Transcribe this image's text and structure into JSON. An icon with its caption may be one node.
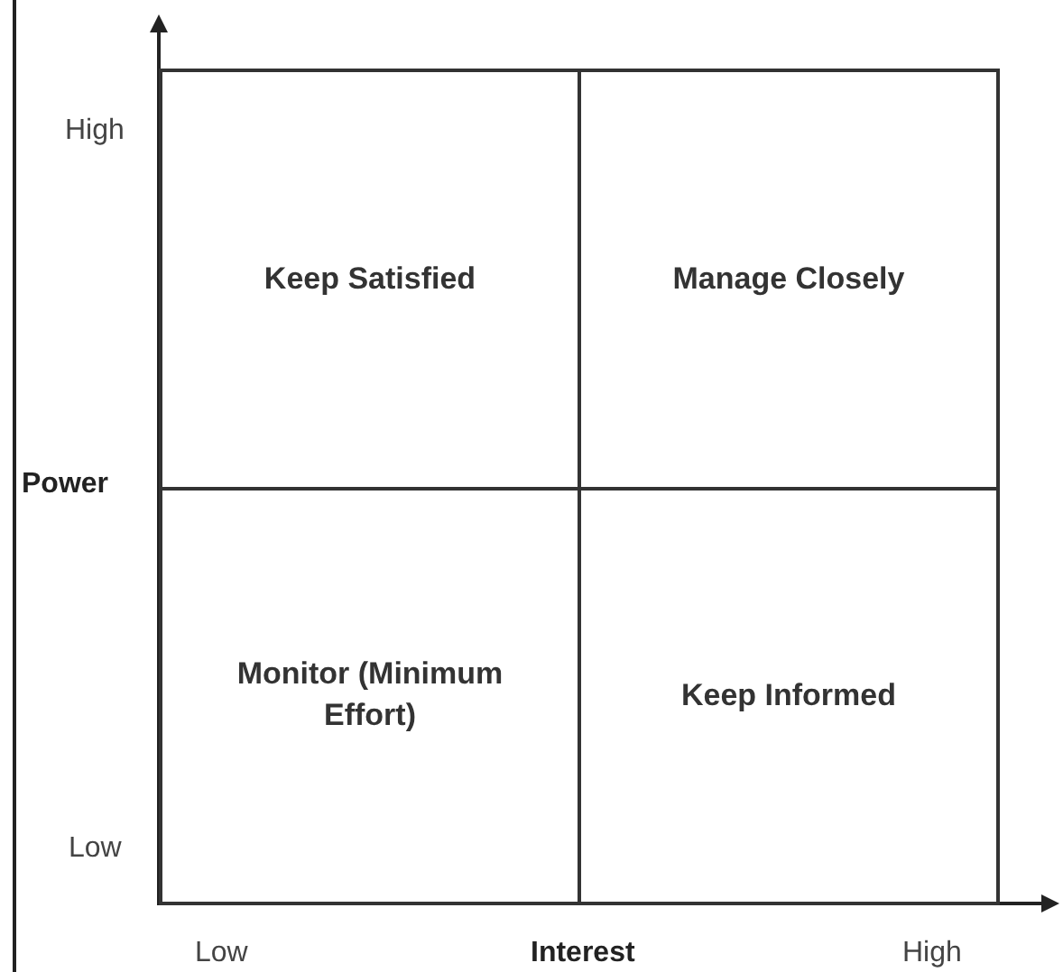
{
  "diagram": {
    "nodes": [
      {
        "text": [
          "Keep Satisfied"
        ]
      },
      {
        "text": [
          "Manage Closely"
        ]
      },
      {
        "text": [
          "Monitor (Minimum Effort)"
        ]
      },
      {
        "text": [
          "Keep Informed"
        ]
      }
    ],
    "edges": [],
    "labels": [
      "High",
      "Power",
      "Low",
      "Low",
      "Interest",
      "High"
    ]
  }
}
